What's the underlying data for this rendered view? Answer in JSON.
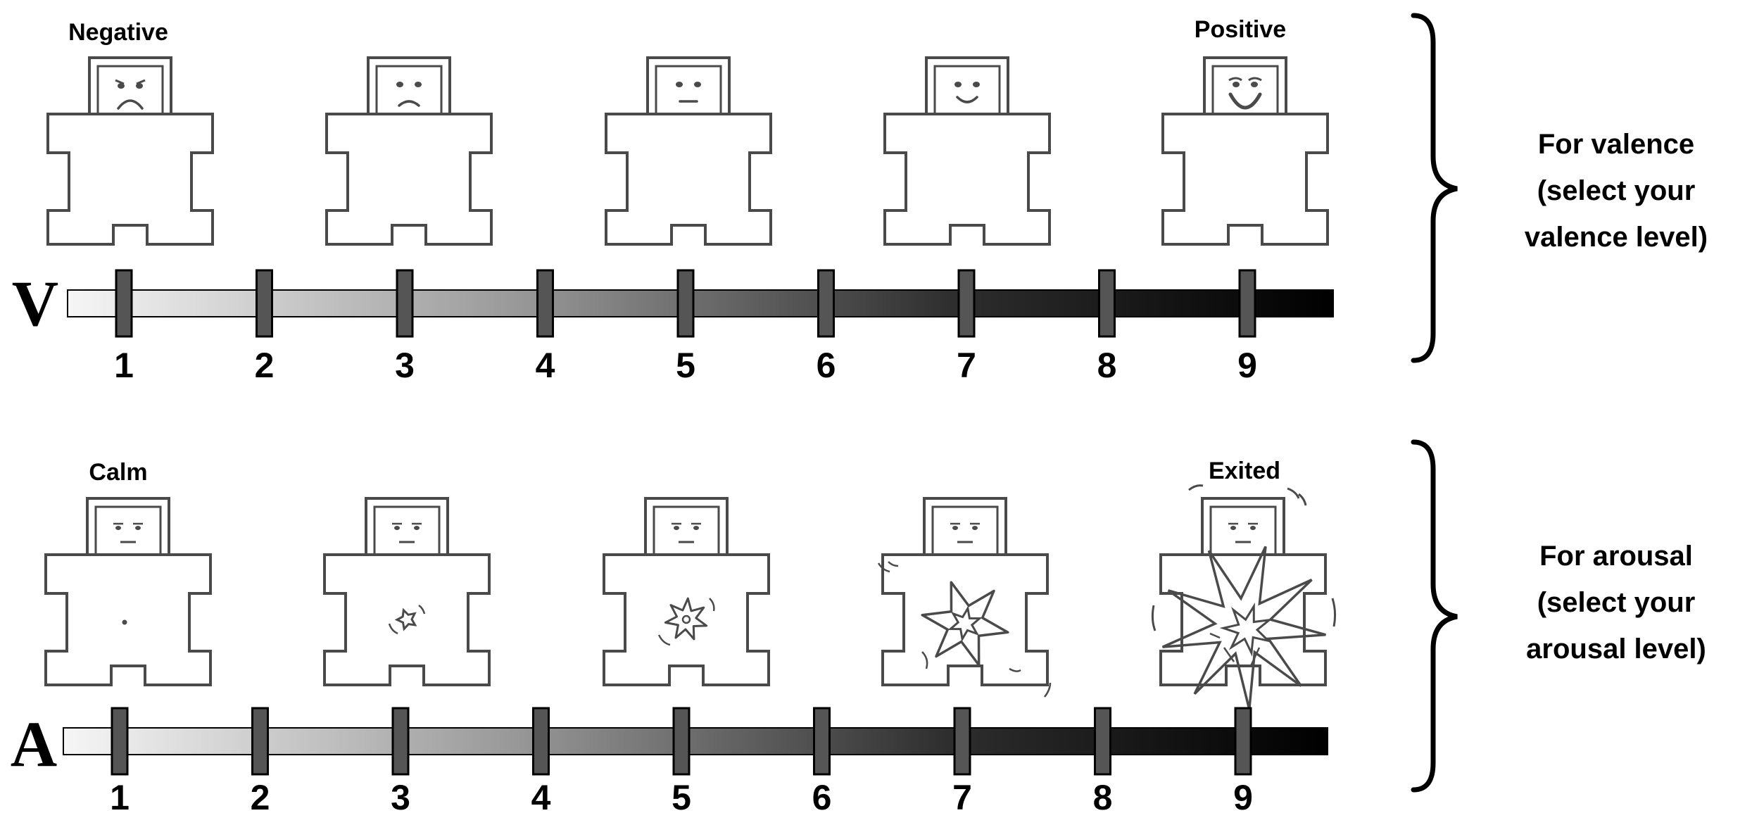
{
  "valence": {
    "scale_letter": "V",
    "label_low": "Negative",
    "label_high": "Positive",
    "ticks": [
      "1",
      "2",
      "3",
      "4",
      "5",
      "6",
      "7",
      "8",
      "9"
    ],
    "faces": [
      "very-sad",
      "sad",
      "neutral",
      "smile",
      "big-smile"
    ],
    "note_lines": [
      "For valence",
      "(select your",
      "valence level)"
    ]
  },
  "arousal": {
    "scale_letter": "A",
    "label_low": "Calm",
    "label_high": "Exited",
    "ticks": [
      "1",
      "2",
      "3",
      "4",
      "5",
      "6",
      "7",
      "8",
      "9"
    ],
    "intensity": [
      1,
      2,
      3,
      4,
      5
    ],
    "note_lines": [
      "For arousal",
      "(select your",
      "arousal level)"
    ]
  },
  "colors": {
    "figure_stroke": "#4a4a4a",
    "bar_light": "#f4f4f4",
    "bar_dark": "#000000",
    "marker": "#555555",
    "text": "#000000"
  }
}
